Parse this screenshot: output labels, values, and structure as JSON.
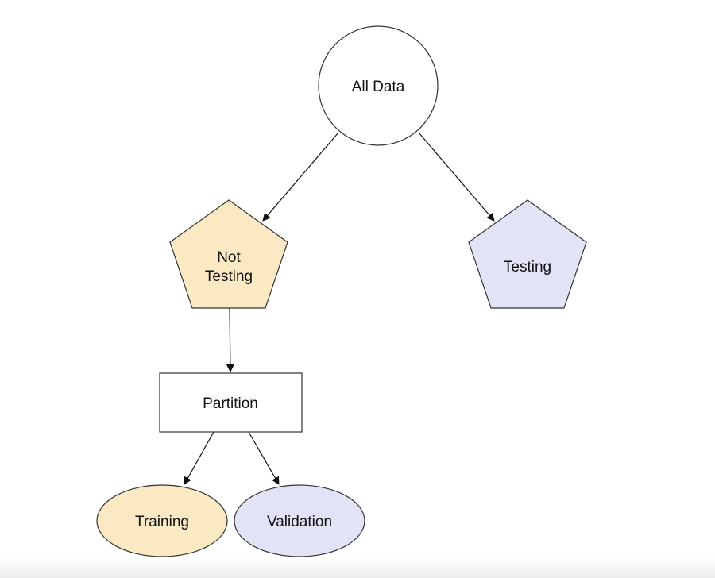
{
  "colors": {
    "white_fill": "#ffffff",
    "orange_fill": "#fbe9c3",
    "purple_fill": "#e3e3f7",
    "stroke": "#333333"
  },
  "nodes": {
    "all_data": "All Data",
    "not_testing_line1": "Not",
    "not_testing_line2": "Testing",
    "testing": "Testing",
    "partition": "Partition",
    "training": "Training",
    "validation": "Validation"
  }
}
